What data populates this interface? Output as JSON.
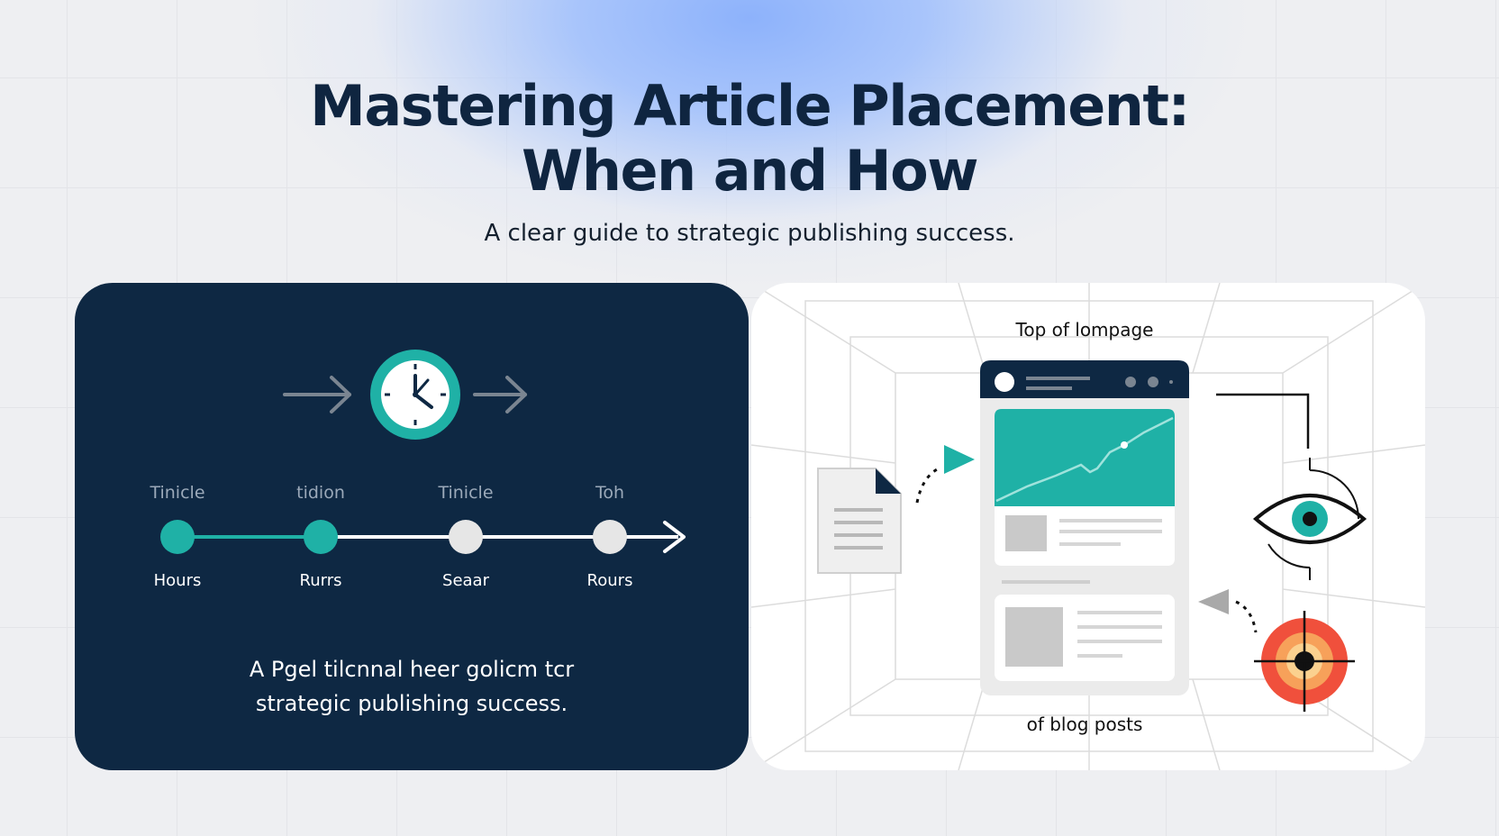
{
  "header": {
    "title_line1": "Mastering Article Placement:",
    "title_line2": "When and How",
    "subtitle": "A clear guide to strategic publishing success."
  },
  "timing_panel": {
    "icons": [
      "arrow-right-icon",
      "clock-icon",
      "arrow-right-icon"
    ],
    "timeline": [
      {
        "top_label": "Tinicle",
        "bottom_label": "Hours",
        "state": "active"
      },
      {
        "top_label": "tidion",
        "bottom_label": "Rurrs",
        "state": "active"
      },
      {
        "top_label": "Tinicle",
        "bottom_label": "Seaar",
        "state": "inactive"
      },
      {
        "top_label": "Toh",
        "bottom_label": "Rours",
        "state": "inactive"
      }
    ],
    "caption_line1": "A Pgel tilcnnal heer golicm tcr",
    "caption_line2": "strategic publishing success."
  },
  "placement_panel": {
    "top_label": "Top of lompage",
    "bottom_label": "of blog posts",
    "icons": [
      "document-icon",
      "browser-window-icon",
      "eye-icon",
      "target-icon",
      "play-arrow-icon"
    ]
  },
  "colors": {
    "navy": "#0e2843",
    "teal": "#1fb1a6",
    "title": "#0f2540",
    "target_red": "#f0503c",
    "target_orange": "#f7a15a"
  }
}
